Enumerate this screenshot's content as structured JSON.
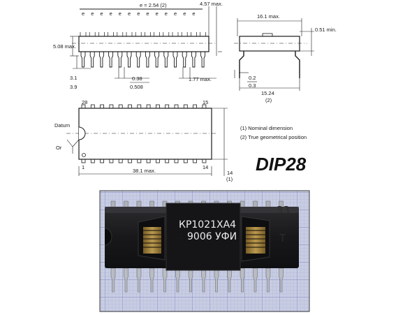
{
  "side_view": {
    "pitch_label": "e = 2.54 (2)",
    "pitch_letter": "e",
    "top_max_label": "4.57 max.",
    "height_max_label": "5.08 max.",
    "lead_len_top": "3.1",
    "lead_len_bottom": "3.9",
    "lead_w_top": "0.38",
    "lead_w_bottom": "0.508",
    "lead_shoulder": "1.77 max."
  },
  "end_view": {
    "width_max": "16.1 max.",
    "standoff_min": "0.51 min.",
    "lead_th_top": "0.2",
    "lead_th_bottom": "0.3",
    "row_spacing": "15.24",
    "row_spacing_note": "(2)"
  },
  "top_view": {
    "pin_28": "28",
    "pin_15": "15",
    "pin_1": "1",
    "pin_14": "14",
    "datum": "Datum",
    "or_label": "Or",
    "length_max": "38.1 max.",
    "width_label": "14",
    "width_note": "(1)"
  },
  "notes": [
    "(1)  Nominal dimension",
    "(2)  True geometrical position"
  ],
  "package_name": "DIP28",
  "photo": {
    "marking_line1": "КР1021ХА4",
    "marking_line2": "9006 УФИ",
    "handwritten_number": "33",
    "handwritten_letter": "Т"
  },
  "colors": {
    "line": "#1a1a1a",
    "grid_bg": "#c8cde3",
    "grid_line": "#8f97c6",
    "chip_body": "#1c1c1e",
    "gold": "#c9a24a",
    "pin_metal": "#b9bcc2"
  }
}
